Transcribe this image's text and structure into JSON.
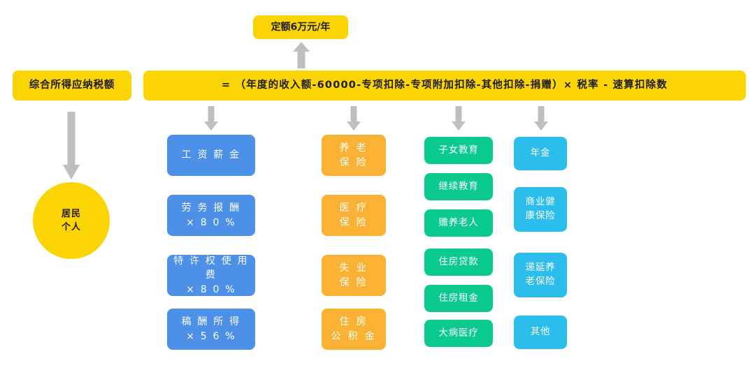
{
  "diagram": {
    "title_nodes": {
      "quota": "定额6万元/年",
      "taxable": "综合所得应纳税额",
      "formula": "= （年度的收入额-60000-专项扣除-专项附加扣除-其他扣除-捐赠）× 税率 - 速算扣除数",
      "resident": "居民\n个人"
    },
    "colors": {
      "yellow": "#FBD404",
      "blue": "#4D90E8",
      "orange": "#F9B233",
      "green": "#0ACB8D",
      "cyan": "#2BBDEB",
      "arrow_gray": "#BFBFBF",
      "background": "#FFFFFF"
    },
    "columns": [
      {
        "key": "income",
        "color": "blue",
        "items": [
          {
            "label": "工 资 薪 金"
          },
          {
            "label": "劳 务 报 酬\n× 8 0 %"
          },
          {
            "label": "特 许 权 使 用 费\n× 8 0 %"
          },
          {
            "label": "稿 酬 所 得\n× 5 6 %"
          }
        ]
      },
      {
        "key": "special-deduction",
        "color": "orange",
        "items": [
          {
            "label": "养 老\n保 险"
          },
          {
            "label": "医 疗\n保 险"
          },
          {
            "label": "失 业\n保 险"
          },
          {
            "label": "住 房\n公 积 金"
          }
        ]
      },
      {
        "key": "special-additional-deduction",
        "color": "green",
        "items": [
          {
            "label": "子女教育"
          },
          {
            "label": "继续教育"
          },
          {
            "label": "赡养老人"
          },
          {
            "label": "住房贷款"
          },
          {
            "label": "住房租金"
          },
          {
            "label": "大病医疗"
          }
        ]
      },
      {
        "key": "other-deduction",
        "color": "cyan",
        "items": [
          {
            "label": "年金"
          },
          {
            "label": "商业健\n康保险"
          },
          {
            "label": "递延养\n老保险"
          },
          {
            "label": "其他"
          }
        ]
      }
    ]
  }
}
